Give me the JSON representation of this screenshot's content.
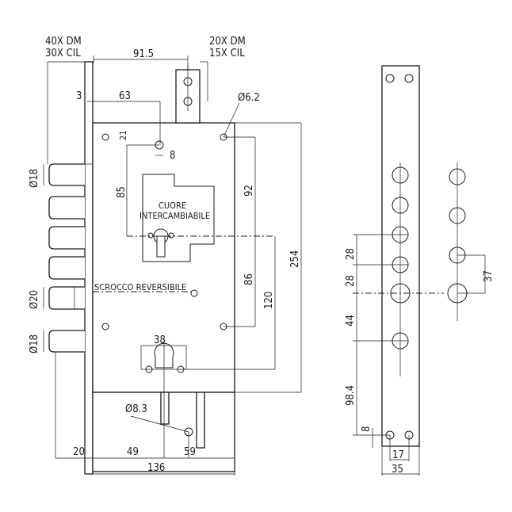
{
  "front_view": {
    "bolt_top_label": {
      "line1": "40X DM",
      "line2": "30X CIL"
    },
    "bolt_top_right_label": {
      "line1": "20X DM",
      "line2": "15X CIL"
    },
    "dims": {
      "width_91_5": "91.5",
      "three": "3",
      "sixty_three": "63",
      "hole_dia_6_2": "Ø6.2",
      "twenty_one": "21",
      "eight_top": "8",
      "eighty_five": "85",
      "ninety_two": "92",
      "two_fifty_four": "254",
      "eighty_six": "86",
      "one_twenty": "120",
      "bolt_dia_18_top": "Ø18",
      "bolt_dia_20": "Ø20",
      "bolt_dia_18_bottom": "Ø18",
      "thirty_eight": "38",
      "hole_dia_8_3": "Ø8.3",
      "twenty": "20",
      "forty_nine": "49",
      "fifty_nine": "59",
      "one_thirty_six": "136"
    },
    "labels": {
      "cuore_line1": "CUORE",
      "cuore_line2": "INTERCAMBIABILE",
      "scrocco": "SCROCCO REVERSIBILE"
    }
  },
  "side_view": {
    "dims": {
      "twenty_eight_a": "28",
      "twenty_eight_b": "28",
      "forty_four": "44",
      "ninety_eight_four": "98.4",
      "eight": "8",
      "thirty_seven": "37",
      "seventeen": "17",
      "thirty_five": "35"
    }
  }
}
